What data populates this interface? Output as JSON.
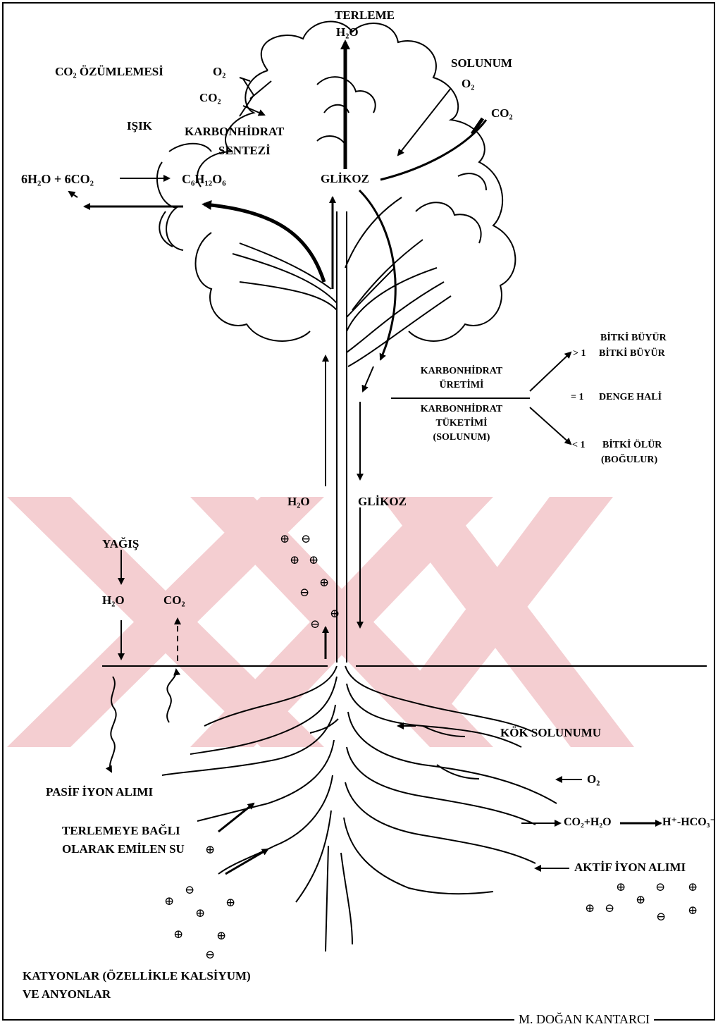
{
  "top": {
    "terleme": "TERLEME",
    "h2o": "H₂O",
    "co2_ozumlemesi": "CO₂ ÖZÜMLEMESİ",
    "o2_left": "O₂",
    "co2_left": "CO₂",
    "isik": "IŞIK",
    "karbonhidrat_sentezi_1": "KARBONHİDRAT",
    "karbonhidrat_sentezi_2": "SENTEZİ",
    "equation_left": "6H₂O + 6CO₂",
    "equation_right": "C₆H₁₂O₆",
    "glikoz_crown": "GLİKOZ",
    "solunum": "SOLUNUM",
    "o2_right": "O₂",
    "co2_right": "CO₂"
  },
  "ratio": {
    "numerator_1": "KARBONHİDRAT",
    "numerator_2": "ÜRETİMİ",
    "denominator_1": "KARBONHİDRAT",
    "denominator_2": "TÜKETİMİ",
    "denominator_3": "(SOLUNUM)",
    "gt1": "> 1",
    "gt1_text": "BİTKİ BÜYÜR",
    "gt1_text_ghost": "BİTKİ BÜYÜR",
    "eq1": "= 1",
    "eq1_text": "DENGE HALİ",
    "lt1": "< 1",
    "lt1_text": "BİTKİ ÖLÜR",
    "lt1_text2": "(BOĞULUR)"
  },
  "stem": {
    "h2o": "H₂O",
    "glikoz": "GLİKOZ"
  },
  "soil": {
    "yagis": "YAĞIŞ",
    "h2o": "H₂O",
    "co2": "CO₂",
    "kok_solunumu": "KÖK SOLUNUMU",
    "o2": "O₂",
    "co2_h2o": "CO₂+H₂O",
    "h_hco3": "H⁺-HCO₃⁻",
    "aktif_iyon": "AKTİF İYON ALIMI",
    "pasif_iyon": "PASİF İYON ALIMI",
    "terlemeye_1": "TERLEMEYE BAĞLI",
    "terlemeye_2": "OLARAK EMİLEN SU",
    "katyonlar_1": "KATYONLAR (ÖZELLİKLE KALSİYUM)",
    "katyonlar_2": "VE ANYONLAR"
  },
  "ions": {
    "plus": "⊕",
    "minus": "⊖"
  },
  "credit": "M. DOĞAN KANTARCI",
  "watermark_color": "#f3c9cd"
}
